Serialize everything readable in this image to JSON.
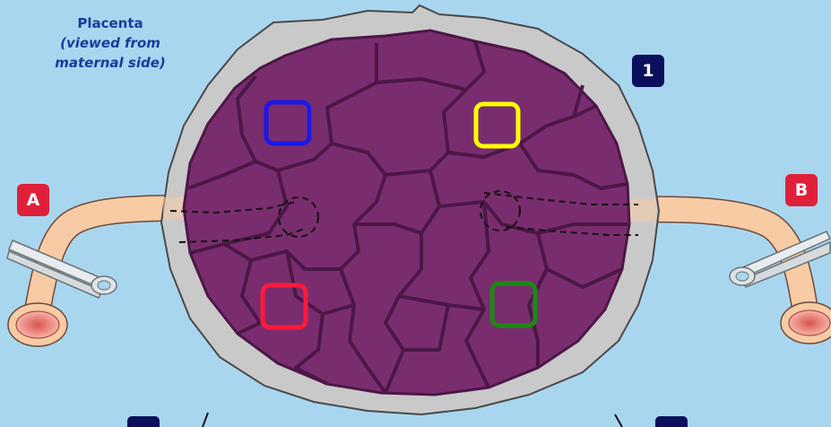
{
  "title": {
    "line1": "Placenta",
    "line2": "(viewed from",
    "line3": "maternal side)"
  },
  "badges": {
    "step1": "1",
    "cord_a": "A",
    "cord_b": "B"
  },
  "markers": [
    {
      "name": "blue-square",
      "color": "#1a1ae8"
    },
    {
      "name": "yellow-square",
      "color": "#ffff00"
    },
    {
      "name": "red-square",
      "color": "#ff1a3a"
    },
    {
      "name": "green-square",
      "color": "#1b8a14"
    }
  ],
  "colors": {
    "background": "#a9d6ef",
    "placenta_tissue": "#7a2d6e",
    "lobe_border": "#4c1747",
    "membrane": "#c9c9c9",
    "cord": "#f7cba3",
    "badge_navy": "#0b0f5c",
    "badge_red": "#e0203a"
  }
}
